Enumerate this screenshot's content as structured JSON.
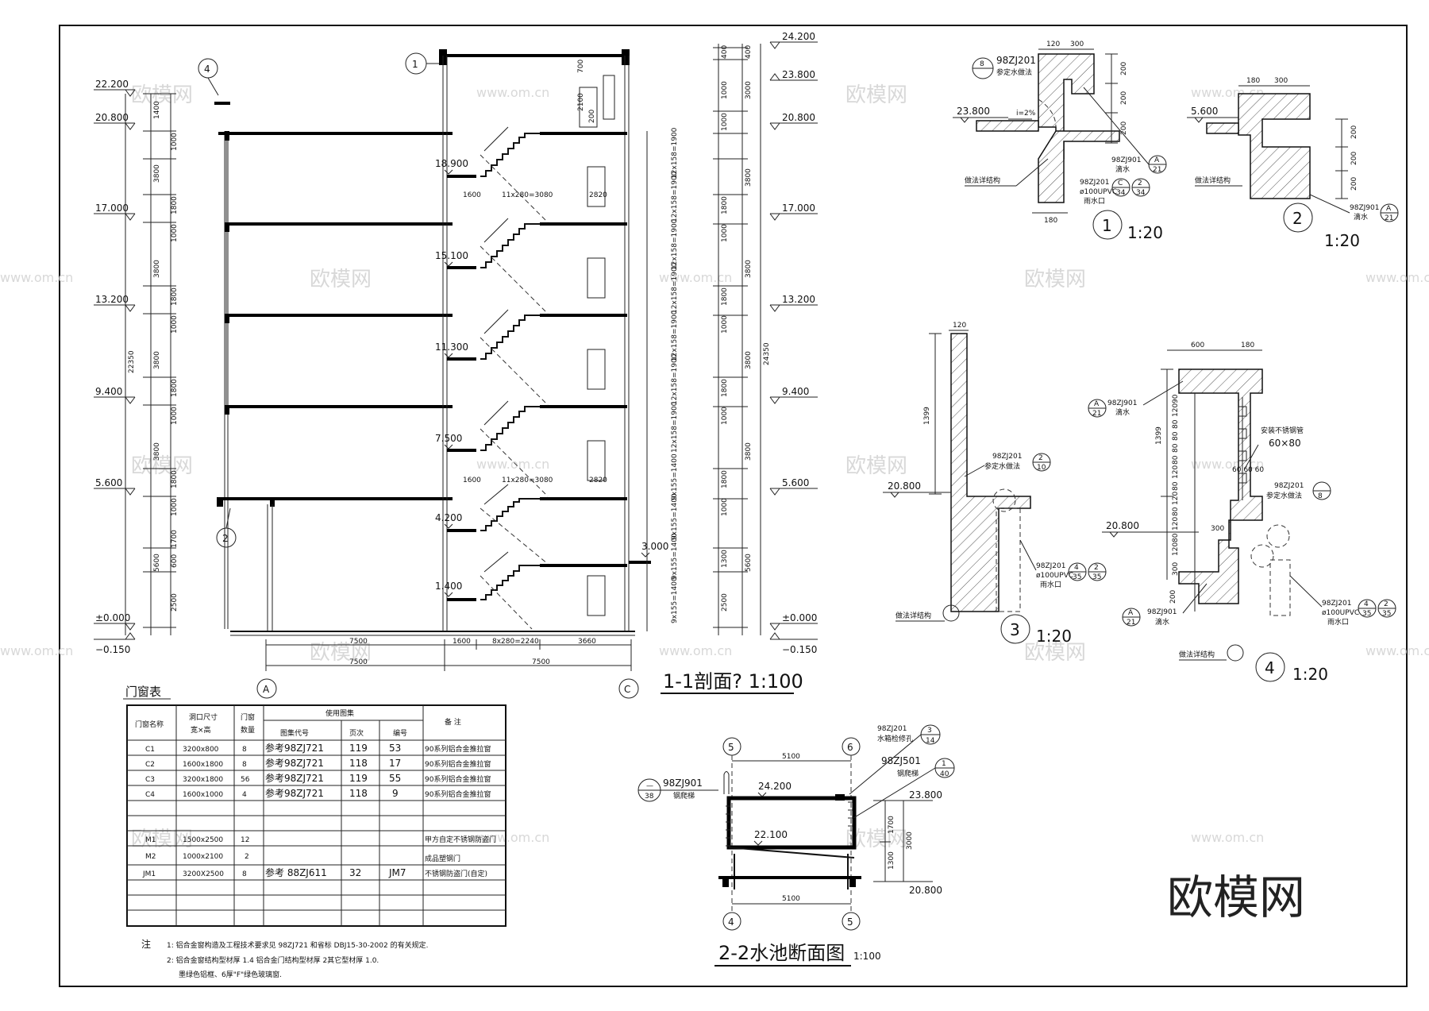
{
  "elevations_left": [
    "22.200",
    "20.800",
    "17.000",
    "13.200",
    "9.400",
    "5.600",
    "±0.000",
    "−0.150"
  ],
  "elevations_right": [
    "24.200",
    "23.800",
    "20.800",
    "17.000",
    "13.200",
    "9.400",
    "5.600",
    "±0.000",
    "−0.150"
  ],
  "landing_elevations": [
    "18.900",
    "15.100",
    "11.300",
    "7.500",
    "4.200",
    "1.400"
  ],
  "side_elevation": "3.000",
  "dims_left": [
    "1400",
    "1000",
    "3800",
    "1800",
    "1000",
    "3800",
    "1800",
    "1000",
    "3800",
    "1800",
    "1000",
    "3800",
    "1800",
    "1000",
    "1700",
    "600",
    "5600",
    "2500"
  ],
  "dim_left_total": "22350",
  "dims_right": [
    "400",
    "400",
    "3000",
    "1000",
    "1000",
    "3800",
    "1800",
    "1000",
    "3800",
    "1800",
    "1000",
    "3800",
    "1800",
    "1000",
    "3800",
    "1800",
    "1000",
    "1300",
    "5600",
    "2500"
  ],
  "dim_right_total": "24350",
  "stair_flights": [
    "12x158=1900",
    "12x158=1900",
    "12x158=1900",
    "12x158=1900",
    "12x158=1900",
    "12x158=1900",
    "12x158=1900",
    "9x155=1400",
    "9x155=1400",
    "9x155=1400",
    "9x155=1400"
  ],
  "stair_plan_dims": [
    "1600",
    "11x280=3080",
    "2820",
    "1600",
    "11x280=3080",
    "2820"
  ],
  "bottom_dims": [
    "7500",
    "1600",
    "8x280=2240",
    "3660",
    "7500",
    "7500"
  ],
  "top_dims": [
    "700",
    "2100",
    "200"
  ],
  "axis_left": "A",
  "axis_right": "C",
  "axis_1": "1",
  "axis_2": "2",
  "axis_4": "4",
  "section_title": "1-1剖面? 1:100",
  "door_table": {
    "title": "门窗表",
    "h_name": "门窗名称",
    "h_size1": "洞口尺寸",
    "h_size2": "宽×高",
    "h_qty1": "门窗",
    "h_qty2": "数量",
    "h_atlas": "使用图集",
    "h_code": "图集代号",
    "h_page": "页次",
    "h_num": "编号",
    "h_note": "备    注",
    "rows": [
      [
        "C1",
        "3200x800",
        "8",
        "参考98ZJ721",
        "119",
        "53",
        "90系列铝合金推拉窗"
      ],
      [
        "C2",
        "1600x1800",
        "8",
        "参考98ZJ721",
        "118",
        "17",
        "90系列铝合金推拉窗"
      ],
      [
        "C3",
        "3200x1800",
        "56",
        "参考98ZJ721",
        "119",
        "55",
        "90系列铝合金推拉窗"
      ],
      [
        "C4",
        "1600x1000",
        "4",
        "参考98ZJ721",
        "118",
        "9",
        "90系列铝合金推拉窗"
      ],
      [
        "",
        "",
        "",
        "",
        "",
        "",
        ""
      ],
      [
        "M1",
        "1500x2500",
        "12",
        "",
        "",
        "",
        "甲方自定不锈钢防盗门"
      ],
      [
        "M2",
        "1000x2100",
        "2",
        "",
        "",
        "",
        "成品塑钢门"
      ],
      [
        "JM1",
        "3200X2500",
        "8",
        "参考 88ZJ611",
        "32",
        "JM7",
        "不锈钢防盗门(自定)"
      ],
      [
        "",
        "",
        "",
        "",
        "",
        "",
        ""
      ],
      [
        "",
        "",
        "",
        "",
        "",
        "",
        ""
      ]
    ]
  },
  "notes": {
    "label": "注",
    "n1": "1:  铝合金窗构造及工程技术要求见 98ZJ721 和省标 DBJ15-30-2002 的有关规定.",
    "n2": "2: 铝合金窗结构型材厚 1.4 铝合金门结构型材厚   2其它型材厚      1.0.",
    "n3": "墨绿色铝框、6厚\"F\"绿色玻璃窗."
  },
  "detail1": {
    "ref_top": "98ZJ201",
    "ref_top_note": "参定水做法",
    "ref_top_b": "8",
    "d_top": [
      "120",
      "300"
    ],
    "d_side": [
      "200",
      "200",
      "200"
    ],
    "elev": "23.800",
    "slope": "i=2%",
    "r1": "98ZJ901",
    "r1_note": "滴水",
    "r1_a": "A",
    "r1_b": "21",
    "r2": "98ZJ201",
    "r2_note1": "ø100UPVC",
    "r2_note2": "雨水口",
    "r2_a": "C",
    "r2_a2": "2",
    "r2_b": "34",
    "base": "做法详结构",
    "d_bot": "180",
    "num": "1",
    "scale": "1:20"
  },
  "detail2": {
    "d_top": [
      "180",
      "300"
    ],
    "elev": "5.600",
    "d_side": [
      "200",
      "200",
      "200"
    ],
    "base": "做法详结构",
    "r": "98ZJ901",
    "r_note": "滴水",
    "r_a": "A",
    "r_b": "21",
    "num": "2",
    "scale": "1:20"
  },
  "detail3": {
    "d_top": "120",
    "d_side": "1399",
    "elev": "20.800",
    "ref": "98ZJ201",
    "ref_note": "参定水做法",
    "ref_a": "2",
    "ref_b": "10",
    "r": "98ZJ201",
    "r_note1": "ø100UPVC",
    "r_note2": "雨水口",
    "r_a": "4",
    "r_a2": "2",
    "r_b": "35",
    "base": "做法详结构",
    "num": "3",
    "scale": "1:20"
  },
  "detail4": {
    "d_top": [
      "600",
      "180"
    ],
    "d_side": "1399",
    "rail_dims": [
      "90",
      "120",
      "80",
      "80",
      "80",
      "80",
      "120",
      "80",
      "120",
      "80",
      "120",
      "80",
      "120",
      "300"
    ],
    "r_top": "98ZJ901",
    "r_top_note": "滴水",
    "r_top_a": "A",
    "r_top_b": "21",
    "steel_note": "安装不锈钢管",
    "steel_size": "60×80",
    "steel_small": "60 60 60",
    "ref": "98ZJ201",
    "ref_note": "参定水做法",
    "ref_b": "8",
    "elev": "20.800",
    "d_step": "300",
    "d_step2": "300",
    "d_bot": "200",
    "r_bot": "98ZJ901",
    "r_bot_note": "滴水",
    "r_bot_a": "A",
    "r_bot_b": "21",
    "r2": "98ZJ201",
    "r2_note1": "ø100UPVC",
    "r2_note2": "雨水口",
    "r2_a": "4",
    "r2_a2": "2",
    "r2_b": "35",
    "base": "做法详结构",
    "num": "4",
    "scale": "1:20"
  },
  "section2": {
    "axis_tl": "5",
    "axis_tr": "6",
    "axis_bl": "4",
    "axis_br": "5",
    "d_top": "5100",
    "d_bot": "5100",
    "ref_l": "98ZJ901",
    "ref_l_note": "钢爬梯",
    "ref_l_a": "—",
    "ref_l_b": "38",
    "ref_t1": "98ZJ201",
    "ref_t1_note": "水箱检修孔",
    "ref_t1_a": "3",
    "ref_t1_b": "14",
    "ref_t2": "98ZJ501",
    "ref_t2_note": "钢爬梯",
    "ref_t2_a": "1",
    "ref_t2_b": "40",
    "elev_top": "24.200",
    "elev_in": "22.100",
    "elev_r1": "23.800",
    "elev_r2": "20.800",
    "d_r": [
      "1700",
      "1300",
      "3000"
    ],
    "title": "2-2水池断面图",
    "scale": "1:100"
  },
  "watermarks": [
    "欧模网",
    "www.om.cn"
  ],
  "brand": "欧模网"
}
